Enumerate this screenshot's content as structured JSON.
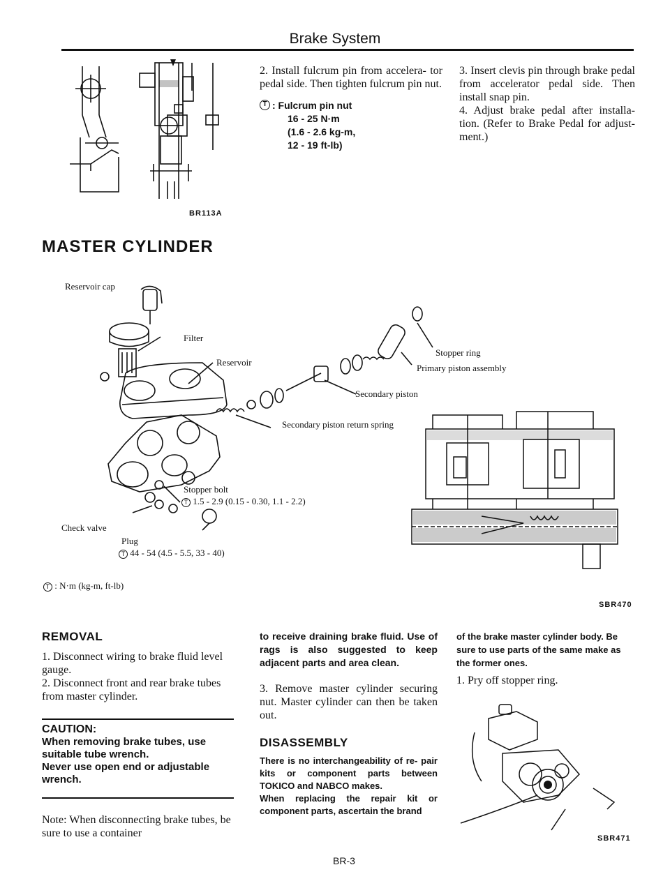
{
  "header": {
    "title": "Brake System"
  },
  "figure_top": {
    "code": "BR113A"
  },
  "top_col2": {
    "step2": "2. Install fulcrum pin from accelera- tor pedal side. Then tighten fulcrum pin nut.",
    "torque_label": ": Fulcrum pin nut",
    "torque_v1": "16 - 25 N·m",
    "torque_v2": "(1.6 - 2.6 kg-m,",
    "torque_v3": "12 - 19 ft-lb)"
  },
  "top_col3": {
    "step3": "3. Insert clevis pin through brake pedal from accelerator pedal side. Then install snap pin.",
    "step4": "4. Adjust brake pedal after installa- tion. (Refer to Brake Pedal for adjust- ment.)"
  },
  "section_title": "MASTER CYLINDER",
  "diagram": {
    "reservoir_cap": "Reservoir cap",
    "filter": "Filter",
    "reservoir": "Reservoir",
    "stopper_ring": "Stopper ring",
    "primary_piston": "Primary piston assembly",
    "secondary_piston": "Secondary piston",
    "return_spring": "Secondary piston return spring",
    "stopper_bolt": "Stopper bolt",
    "stopper_bolt_torque": "1.5 - 2.9 (0.15 - 0.30, 1.1 - 2.2)",
    "check_valve": "Check valve",
    "plug": "Plug",
    "plug_torque": "44 - 54 (4.5 - 5.5, 33 - 40)",
    "units_legend": ": N·m (kg-m, ft-lb)",
    "code": "SBR470"
  },
  "removal": {
    "title": "REMOVAL",
    "step1": "1. Disconnect wiring to brake fluid level gauge.",
    "step2": "2. Disconnect front and rear brake tubes from master cylinder.",
    "caution_title": "CAUTION:",
    "caution_l1": "When removing brake tubes, use suitable tube wrench.",
    "caution_l2": "Never use open end or adjustable wrench.",
    "note": "Note: When disconnecting brake tubes, be sure to use a container"
  },
  "mid_col": {
    "cont": "to receive draining brake fluid. Use of rags is also suggested to keep adjacent parts and area clean.",
    "step3": "3. Remove master cylinder securing nut. Master cylinder can then be taken out.",
    "disassembly_title": "DISASSEMBLY",
    "dis_l1": "There is no interchangeability of re- pair kits or component parts between TOKICO and NABCO makes.",
    "dis_l2": "When replacing the repair kit or component parts, ascertain the brand"
  },
  "right_col": {
    "cont": "of the brake master cylinder body. Be sure to use parts of the same make as the former ones.",
    "step1": "1. Pry off stopper ring.",
    "code": "SBR471"
  },
  "footer": {
    "page": "BR-3"
  }
}
